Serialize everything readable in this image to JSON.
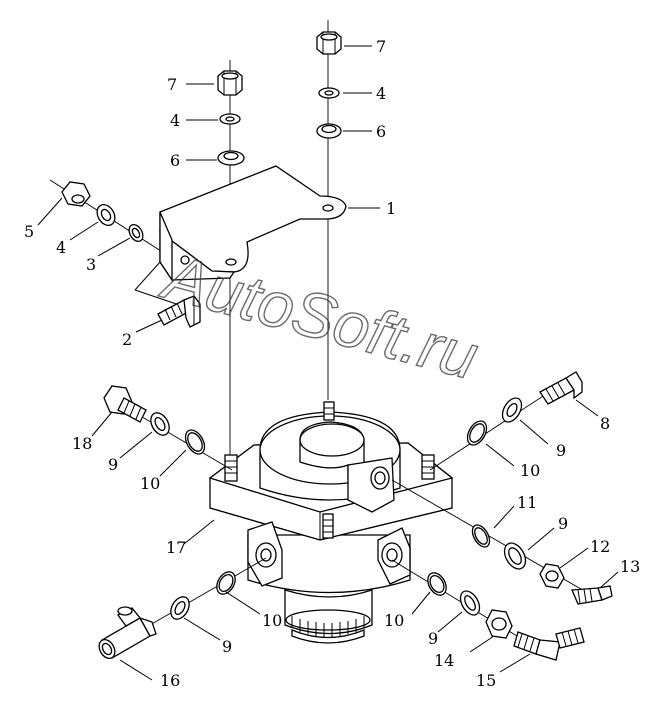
{
  "watermark": "AutoSoft.ru",
  "callouts": [
    {
      "id": "c1",
      "text": "1"
    },
    {
      "id": "c2",
      "text": "2"
    },
    {
      "id": "c3",
      "text": "3"
    },
    {
      "id": "c4a",
      "text": "4"
    },
    {
      "id": "c4b",
      "text": "4"
    },
    {
      "id": "c4c",
      "text": "4"
    },
    {
      "id": "c5",
      "text": "5"
    },
    {
      "id": "c6a",
      "text": "6"
    },
    {
      "id": "c6b",
      "text": "6"
    },
    {
      "id": "c7a",
      "text": "7"
    },
    {
      "id": "c7b",
      "text": "7"
    },
    {
      "id": "c8",
      "text": "8"
    },
    {
      "id": "c9a",
      "text": "9"
    },
    {
      "id": "c9b",
      "text": "9"
    },
    {
      "id": "c9c",
      "text": "9"
    },
    {
      "id": "c9d",
      "text": "9"
    },
    {
      "id": "c9e",
      "text": "9"
    },
    {
      "id": "c10a",
      "text": "10"
    },
    {
      "id": "c10b",
      "text": "10"
    },
    {
      "id": "c10c",
      "text": "10"
    },
    {
      "id": "c10d",
      "text": "10"
    },
    {
      "id": "c11",
      "text": "11"
    },
    {
      "id": "c12",
      "text": "12"
    },
    {
      "id": "c13",
      "text": "13"
    },
    {
      "id": "c14",
      "text": "14"
    },
    {
      "id": "c15",
      "text": "15"
    },
    {
      "id": "c16",
      "text": "16"
    },
    {
      "id": "c17",
      "text": "17"
    },
    {
      "id": "c18",
      "text": "18"
    }
  ]
}
